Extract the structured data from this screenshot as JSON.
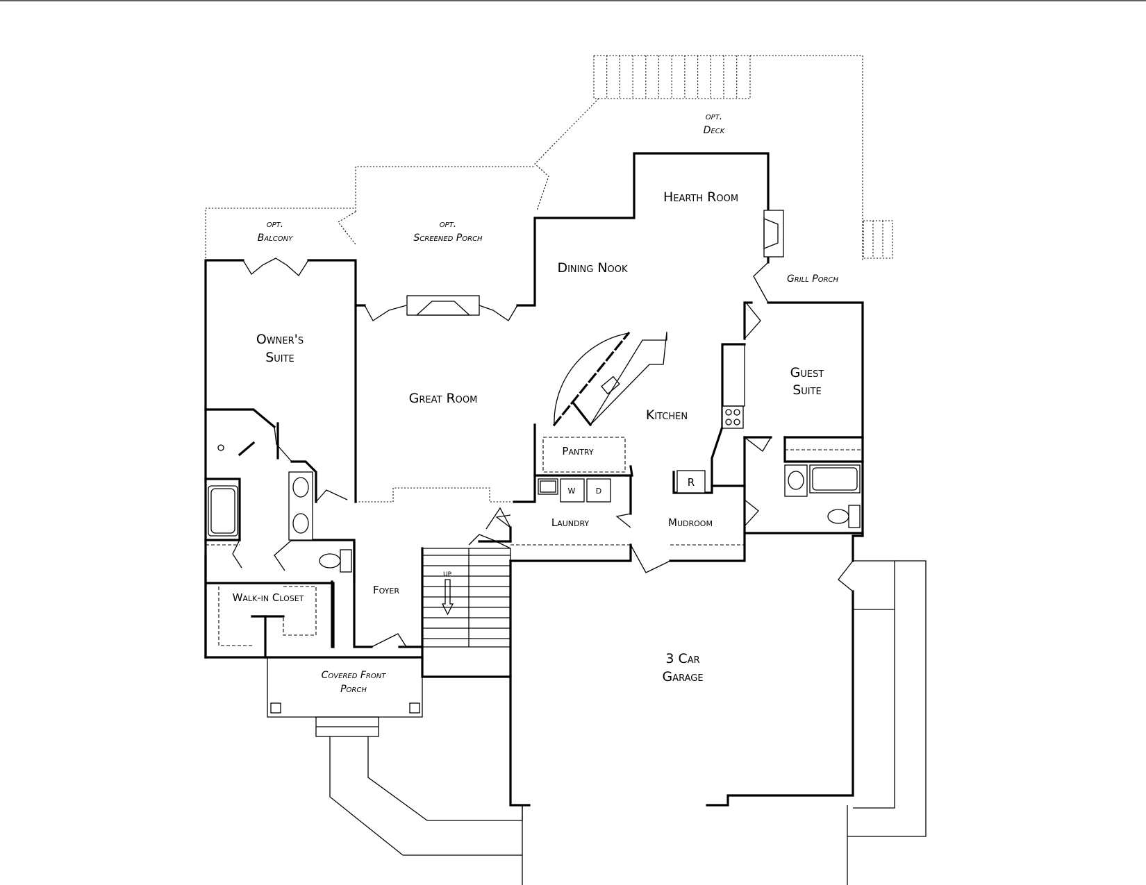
{
  "rooms": {
    "opt_deck": {
      "line1": "opt.",
      "line2": "Deck"
    },
    "hearth_room": "Hearth Room",
    "opt_balcony": {
      "line1": "opt.",
      "line2": "Balcony"
    },
    "opt_screened_porch": {
      "line1": "opt.",
      "line2": "Screened Porch"
    },
    "dining_nook": "Dining Nook",
    "grill_porch": "Grill Porch",
    "owners_suite": {
      "line1": "Owner's",
      "line2": "Suite"
    },
    "great_room": "Great Room",
    "guest_suite": {
      "line1": "Guest",
      "line2": "Suite"
    },
    "kitchen": "Kitchen",
    "pantry": "Pantry",
    "laundry": "Laundry",
    "mudroom": "Mudroom",
    "foyer": "Foyer",
    "walk_in_closet": "Walk-in Closet",
    "covered_front_porch": {
      "line1": "Covered Front",
      "line2": "Porch"
    },
    "garage": {
      "line1": "3 Car",
      "line2": "Garage"
    }
  },
  "fixtures": {
    "washer": "W",
    "dryer": "D",
    "refrigerator": "R",
    "stairs_direction": "UP"
  }
}
